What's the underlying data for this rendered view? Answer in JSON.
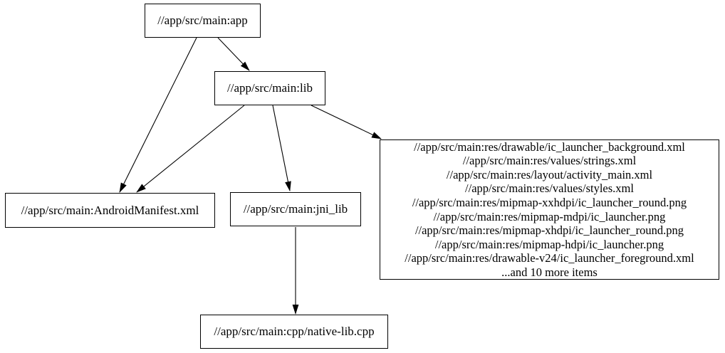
{
  "graph": {
    "background_color": "#ffffff",
    "node_border_color": "#000000",
    "edge_color": "#000000",
    "text_color": "#000000",
    "nodes": {
      "app": {
        "label": "//app/src/main:app"
      },
      "lib": {
        "label": "//app/src/main:lib"
      },
      "android_manifest": {
        "label": "//app/src/main:AndroidManifest.xml"
      },
      "jni_lib": {
        "label": "//app/src/main:jni_lib"
      },
      "res_group": {
        "lines": [
          "//app/src/main:res/drawable/ic_launcher_background.xml",
          "//app/src/main:res/values/strings.xml",
          "//app/src/main:res/layout/activity_main.xml",
          "//app/src/main:res/values/styles.xml",
          "//app/src/main:res/mipmap-xxhdpi/ic_launcher_round.png",
          "//app/src/main:res/mipmap-mdpi/ic_launcher.png",
          "//app/src/main:res/mipmap-xhdpi/ic_launcher_round.png",
          "//app/src/main:res/mipmap-hdpi/ic_launcher.png",
          "//app/src/main:res/drawable-v24/ic_launcher_foreground.xml",
          "...and 10 more items"
        ]
      },
      "native_lib": {
        "label": "//app/src/main:cpp/native-lib.cpp"
      }
    },
    "edges": [
      {
        "from": "app",
        "to": "lib"
      },
      {
        "from": "app",
        "to": "android_manifest"
      },
      {
        "from": "lib",
        "to": "android_manifest"
      },
      {
        "from": "lib",
        "to": "jni_lib"
      },
      {
        "from": "lib",
        "to": "res_group"
      },
      {
        "from": "jni_lib",
        "to": "native_lib"
      }
    ]
  }
}
